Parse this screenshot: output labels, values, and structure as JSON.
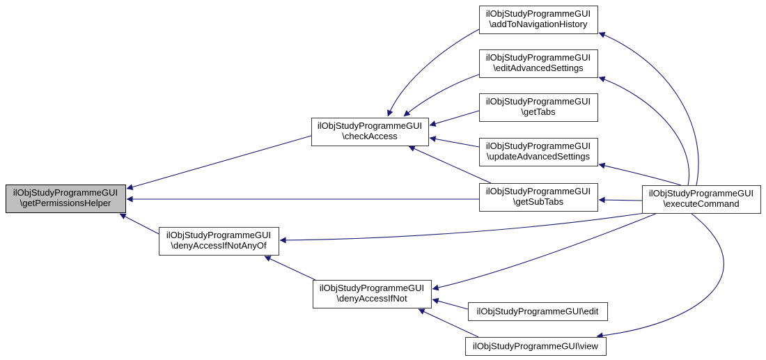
{
  "diagram": {
    "kind": "doxygen-caller-graph",
    "colors": {
      "edge": "#191970",
      "node_fill": "#ffffff",
      "highlight_fill": "#bfbfbf",
      "border": "#383838",
      "highlight_border": "#000000",
      "text": "#000000",
      "background": "#ffffff"
    },
    "nodes": [
      {
        "id": "getPermissionsHelper",
        "lines": [
          "ilObjStudyProgrammeGUI",
          "\\getPermissionsHelper"
        ],
        "highlighted": true
      },
      {
        "id": "checkAccess",
        "lines": [
          "ilObjStudyProgrammeGUI",
          "\\checkAccess"
        ],
        "highlighted": false
      },
      {
        "id": "addToNavigationHistory",
        "lines": [
          "ilObjStudyProgrammeGUI",
          "\\addToNavigationHistory"
        ],
        "highlighted": false
      },
      {
        "id": "editAdvancedSettings",
        "lines": [
          "ilObjStudyProgrammeGUI",
          "\\editAdvancedSettings"
        ],
        "highlighted": false
      },
      {
        "id": "getTabs",
        "lines": [
          "ilObjStudyProgrammeGUI",
          "\\getTabs"
        ],
        "highlighted": false
      },
      {
        "id": "updateAdvancedSettings",
        "lines": [
          "ilObjStudyProgrammeGUI",
          "\\updateAdvancedSettings"
        ],
        "highlighted": false
      },
      {
        "id": "getSubTabs",
        "lines": [
          "ilObjStudyProgrammeGUI",
          "\\getSubTabs"
        ],
        "highlighted": false
      },
      {
        "id": "executeCommand",
        "lines": [
          "ilObjStudyProgrammeGUI",
          "\\executeCommand"
        ],
        "highlighted": false
      },
      {
        "id": "denyAccessIfNotAnyOf",
        "lines": [
          "ilObjStudyProgrammeGUI",
          "\\denyAccessIfNotAnyOf"
        ],
        "highlighted": false
      },
      {
        "id": "denyAccessIfNot",
        "lines": [
          "ilObjStudyProgrammeGUI",
          "\\denyAccessIfNot"
        ],
        "highlighted": false
      },
      {
        "id": "edit",
        "lines": [
          "ilObjStudyProgrammeGUI\\edit"
        ],
        "highlighted": false
      },
      {
        "id": "view",
        "lines": [
          "ilObjStudyProgrammeGUI\\view"
        ],
        "highlighted": false
      }
    ],
    "edges": [
      {
        "from": "checkAccess",
        "to": "getPermissionsHelper"
      },
      {
        "from": "getSubTabs",
        "to": "getPermissionsHelper"
      },
      {
        "from": "denyAccessIfNotAnyOf",
        "to": "getPermissionsHelper"
      },
      {
        "from": "addToNavigationHistory",
        "to": "checkAccess"
      },
      {
        "from": "editAdvancedSettings",
        "to": "checkAccess"
      },
      {
        "from": "getTabs",
        "to": "checkAccess"
      },
      {
        "from": "updateAdvancedSettings",
        "to": "checkAccess"
      },
      {
        "from": "getSubTabs",
        "to": "checkAccess"
      },
      {
        "from": "executeCommand",
        "to": "addToNavigationHistory"
      },
      {
        "from": "executeCommand",
        "to": "editAdvancedSettings"
      },
      {
        "from": "executeCommand",
        "to": "updateAdvancedSettings"
      },
      {
        "from": "executeCommand",
        "to": "getSubTabs"
      },
      {
        "from": "executeCommand",
        "to": "denyAccessIfNotAnyOf"
      },
      {
        "from": "executeCommand",
        "to": "denyAccessIfNot"
      },
      {
        "from": "executeCommand",
        "to": "view"
      },
      {
        "from": "denyAccessIfNot",
        "to": "denyAccessIfNotAnyOf"
      },
      {
        "from": "edit",
        "to": "denyAccessIfNot"
      },
      {
        "from": "view",
        "to": "denyAccessIfNot"
      }
    ]
  }
}
